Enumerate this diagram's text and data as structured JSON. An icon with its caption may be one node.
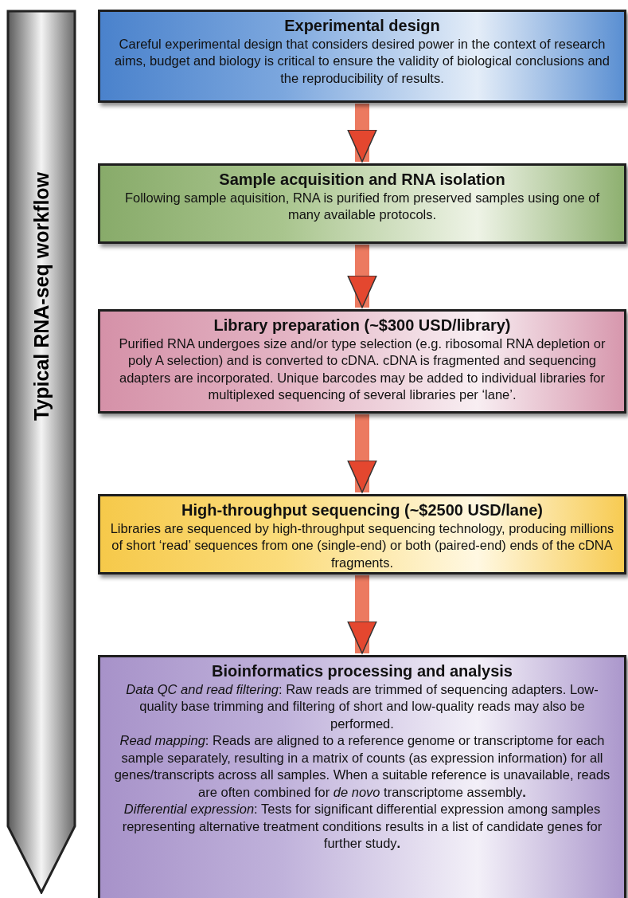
{
  "diagram": {
    "nodes": [
      {
        "text": [
          "Typical RNA-seq workflow"
        ]
      },
      {
        "text": [
          "Experimental design",
          "Careful experimental design that considers desired power in the context of research aims, budget and biology is critical to ensure the validity of biological conclusions and the reproducibility of results."
        ]
      },
      {
        "text": [
          "Sample acquisition and RNA isolation",
          "Following sample aquisition, RNA is purified from preserved samples using one of many available protocols."
        ]
      },
      {
        "text": [
          "Library preparation (~$300 USD/library)",
          "Purified RNA undergoes size and/or type selection (e.g. ribosomal RNA depletion or poly A selection) and is converted to cDNA. cDNA is fragmented and sequencing adapters are incorporated. Unique barcodes may be added to individual libraries for multiplexed sequencing of several libraries per ‘lane’."
        ]
      },
      {
        "text": [
          "High-throughput sequencing (~$2500 USD/lane)",
          "Libraries are sequenced by high-throughput sequencing technology, producing millions of short ‘read’ sequences from one (single-end) or both (paired-end) ends of the cDNA fragments."
        ]
      },
      {
        "text": [
          "Bioinformatics processing and analysis",
          "*Data QC and read filtering*:  Raw reads are trimmed of sequencing adapters. Low-quality base trimming and filtering of short and low-quality reads may also be performed.",
          "*Read mapping*:  Reads are aligned to a reference genome or transcriptome for each sample separately, resulting in a matrix of counts (as expression information) for all genes/transcripts across all samples. When a suitable reference is unavailable, reads are often combined for *de novo* transcriptome assembly**.**",
          "*Differential expression*:  Tests for significant differential expression among samples representing alternative treatment conditions results in a list of candidate genes for further study**.**"
        ]
      }
    ],
    "edges": [
      {
        "from": 1,
        "to": 2,
        "arrow": "to"
      },
      {
        "from": 2,
        "to": 3,
        "arrow": "to"
      },
      {
        "from": 3,
        "to": 4,
        "arrow": "to"
      },
      {
        "from": 4,
        "to": 5,
        "arrow": "to"
      }
    ]
  }
}
